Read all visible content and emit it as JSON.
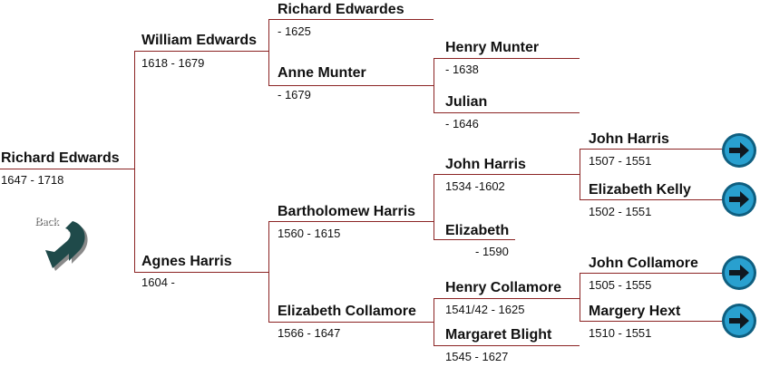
{
  "back": {
    "label": "Back"
  },
  "people": {
    "p0": {
      "name": "Richard Edwards",
      "dates": "1647 - 1718"
    },
    "p1": {
      "name": "William Edwards",
      "dates": "1618 - 1679"
    },
    "p2": {
      "name": "Agnes Harris",
      "dates": "1604 -"
    },
    "p3": {
      "name": "Richard Edwardes",
      "dates": "- 1625"
    },
    "p4": {
      "name": "Anne Munter",
      "dates": "- 1679"
    },
    "p5": {
      "name": "Bartholomew Harris",
      "dates": "1560 - 1615"
    },
    "p6": {
      "name": "Elizabeth Collamore",
      "dates": "1566 - 1647"
    },
    "p7": {
      "name": "Henry Munter",
      "dates": "- 1638"
    },
    "p8": {
      "name": "Julian",
      "dates": "- 1646"
    },
    "p9": {
      "name": "John Harris",
      "dates": "1534 -1602"
    },
    "p10": {
      "name": "Elizabeth",
      "dates": "- 1590"
    },
    "p11": {
      "name": "Henry Collamore",
      "dates": "1541/42 - 1625"
    },
    "p12": {
      "name": "Margaret Blight",
      "dates": "1545 - 1627"
    },
    "p13": {
      "name": "John Harris",
      "dates": "1507 - 1551"
    },
    "p14": {
      "name": "Elizabeth Kelly",
      "dates": "1502 - 1551"
    },
    "p15": {
      "name": "John Collamore",
      "dates": "1505 - 1555"
    },
    "p16": {
      "name": "Margery Hext",
      "dates": "1510 - 1551"
    }
  },
  "colors": {
    "line": "#8b2323",
    "arrow": "#1d8fb8",
    "back": "#1f4a4a"
  },
  "icons": {
    "expand": "arrow-right-icon",
    "back": "back-arrow-icon"
  }
}
